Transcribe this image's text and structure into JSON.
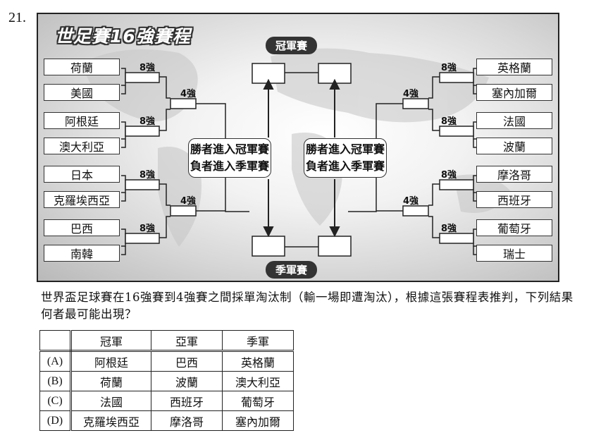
{
  "question_number": "21.",
  "bracket": {
    "title": "世足賽16強賽程",
    "final_label": "冠軍賽",
    "third_place_label": "季軍賽",
    "left_note": [
      "勝者進入冠軍賽",
      "負者進入季軍賽"
    ],
    "right_note": [
      "勝者進入冠軍賽",
      "負者進入季軍賽"
    ],
    "round8_label": "8強",
    "round4_label": "4強",
    "left_teams": [
      "荷蘭",
      "美國",
      "阿根廷",
      "澳大利亞",
      "日本",
      "克羅埃西亞",
      "巴西",
      "南韓"
    ],
    "right_teams": [
      "英格蘭",
      "塞內加爾",
      "法國",
      "波蘭",
      "摩洛哥",
      "西班牙",
      "葡萄牙",
      "瑞士"
    ]
  },
  "question_text": "世界盃足球賽在16強賽到4強賽之間採單淘汰制（輸一場即遭淘汰），根據這張賽程表推判，下列結果何者最可能出現？",
  "answer_table": {
    "headers": [
      "",
      "冠軍",
      "亞軍",
      "季軍"
    ],
    "rows": [
      [
        "(A)",
        "阿根廷",
        "巴西",
        "英格蘭"
      ],
      [
        "(B)",
        "荷蘭",
        "波蘭",
        "澳大利亞"
      ],
      [
        "(C)",
        "法國",
        "西班牙",
        "葡萄牙"
      ],
      [
        "(D)",
        "克羅埃西亞",
        "摩洛哥",
        "塞內加爾"
      ]
    ]
  }
}
